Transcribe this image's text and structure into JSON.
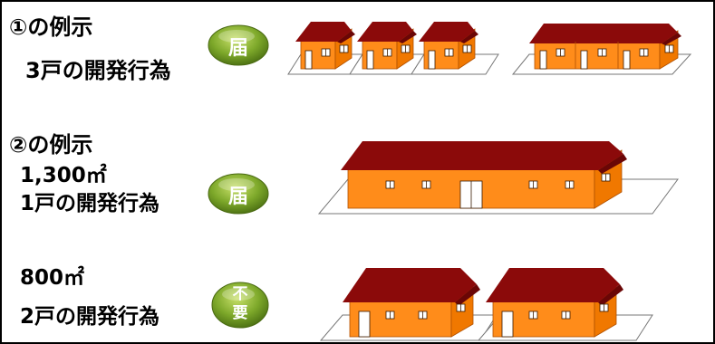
{
  "example1": {
    "title": "①の例示",
    "description": "3戸の開発行為",
    "badge": "届"
  },
  "example2": {
    "title": "②の例示",
    "area": "1,300㎡",
    "description": "1戸の開発行為",
    "badge": "届"
  },
  "example3": {
    "area": "800㎡",
    "description": "2戸の開発行為",
    "badge_line1": "不",
    "badge_line2": "要"
  },
  "colors": {
    "roof": "#8b0a0a",
    "wall_front": "#ff8c1a",
    "wall_side": "#f07800",
    "badge_green": "#7da82a",
    "window": "#ffffff"
  },
  "icons": [
    "house-icon",
    "badge-icon"
  ]
}
